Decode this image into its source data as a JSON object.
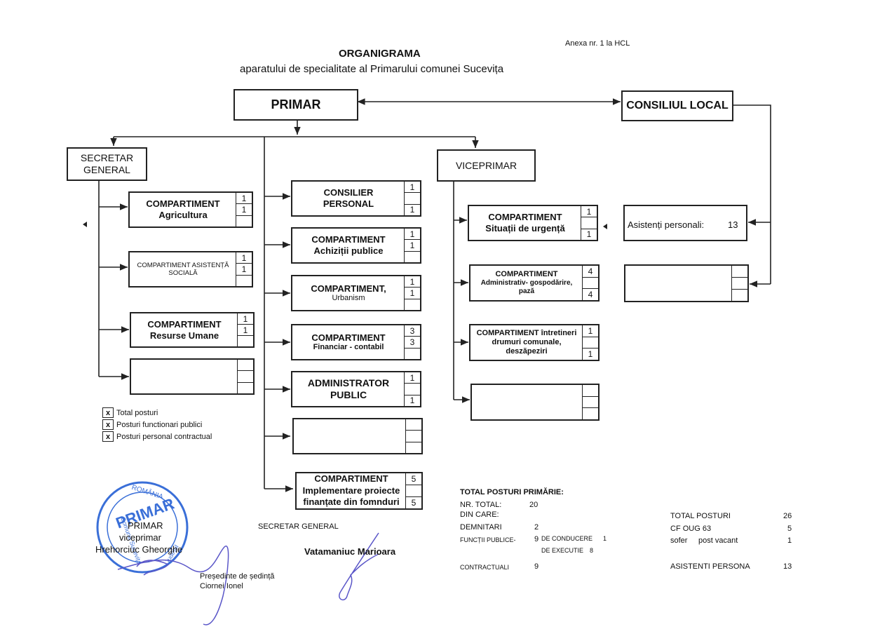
{
  "header": {
    "annex": "Anexa nr. 1 la HCL",
    "title": "ORGANIGRAMA",
    "subtitle": "aparatului de specialitate al Primarului comunei Sucevița"
  },
  "top": {
    "primar": "PRIMAR",
    "consiliu": "CONSILIUL LOCAL",
    "secretar": [
      "SECRETAR",
      "GENERAL"
    ],
    "viceprimar": "VICEPRIMAR"
  },
  "left_column": [
    {
      "lines": [
        "COMPARTIMENT",
        "Agricultura"
      ],
      "cells": [
        "1",
        "1",
        ""
      ]
    },
    {
      "lines": [
        "COMPARTIMENT ASISTENȚĂ",
        "SOCIALĂ"
      ],
      "cells": [
        "1",
        "1",
        ""
      ]
    },
    {
      "lines": [
        "COMPARTIMENT",
        "Resurse Umane"
      ],
      "cells": [
        "1",
        "1",
        ""
      ]
    },
    {
      "lines": [
        "",
        ""
      ],
      "cells": [
        "",
        "",
        ""
      ]
    }
  ],
  "middle_column": [
    {
      "lines": [
        "CONSILIER",
        "PERSONAL"
      ],
      "cells": [
        "1",
        "",
        "1"
      ]
    },
    {
      "lines": [
        "COMPARTIMENT",
        "Achiziții publice"
      ],
      "cells": [
        "1",
        "1",
        ""
      ]
    },
    {
      "lines": [
        "COMPARTIMENT,",
        "Urbanism"
      ],
      "cells": [
        "1",
        "1",
        ""
      ]
    },
    {
      "lines": [
        "COMPARTIMENT",
        "Financiar - contabil"
      ],
      "cells": [
        "3",
        "3",
        ""
      ]
    },
    {
      "lines": [
        "ADMINISTRATOR",
        "PUBLIC"
      ],
      "cells": [
        "1",
        "",
        "1"
      ]
    },
    {
      "lines": [
        "",
        ""
      ],
      "cells": [
        "",
        "",
        ""
      ]
    },
    {
      "lines": [
        "COMPARTIMENT",
        "Implementare proiecte",
        "finanțate  din fomnduri"
      ],
      "cells": [
        "5",
        "",
        "5"
      ]
    }
  ],
  "vice_column": [
    {
      "lines": [
        "COMPARTIMENT",
        "Situații de urgență"
      ],
      "cells": [
        "1",
        "",
        "1"
      ]
    },
    {
      "lines": [
        "COMPARTIMENT",
        "Administrativ- gospodărire,",
        "pază"
      ],
      "cells": [
        "4",
        "",
        "4"
      ]
    },
    {
      "lines": [
        "COMPARTIMENT întretineri",
        "drumuri comunale,",
        "deszăpeziri"
      ],
      "cells": [
        "1",
        "",
        "1"
      ]
    },
    {
      "lines": [
        ""
      ],
      "cells": [
        "",
        "",
        ""
      ]
    }
  ],
  "right_column": {
    "asistenti_label": "Asistenți personali:",
    "asistenti_value": "13"
  },
  "legend": [
    {
      "mark": "x",
      "label": "Total posturi"
    },
    {
      "mark": "x",
      "label": "Posturi functionari publici"
    },
    {
      "mark": "x",
      "label": "Posturi personal contractual"
    }
  ],
  "totals": {
    "heading": "TOTAL POSTURI PRIMĂRIE:",
    "nr_total_label": "NR. TOTAL:",
    "nr_total_value": "20",
    "din_care": "DIN CARE:",
    "demnitari_label": "DEMNITARI",
    "demnitari_value": "2",
    "functii_label": "FUNCȚII PUBLICE-",
    "functii_value": "9",
    "conducere_label": "DE CONDUCERE",
    "conducere_value": "1",
    "executie_label": "DE EXECUTIE",
    "executie_value": "8",
    "contractuali_label": "CONTRACTUALI",
    "contractuali_value": "9"
  },
  "totals_right": {
    "total_label": "TOTAL POSTURI",
    "total_value": "26",
    "cf_label": "CF OUG 63",
    "cf_value": "5",
    "sofer_label": "sofer",
    "sofer_note": "post vacant",
    "sofer_value": "1",
    "asistenti_label": "ASISTENTI PERSONA",
    "asistenti_value": "13"
  },
  "signatures": {
    "stamp_top": "ROMÂNIA",
    "stamp_center": "PRIMAR",
    "stamp_ring": "Comuna Sucevița",
    "stamp_bottom": "Județul",
    "primar_label": "PRIMAR",
    "viceprimar_label": "viceprimar",
    "viceprimar_name": "Hrehorciuc Gheorghe",
    "secretar_label": "SECRETAR GENERAL",
    "secretar_name": "Vatamaniuc Marioara",
    "presedinte_label": "Președinte de ședință",
    "presedinte_name": "Ciornei Ionel"
  }
}
